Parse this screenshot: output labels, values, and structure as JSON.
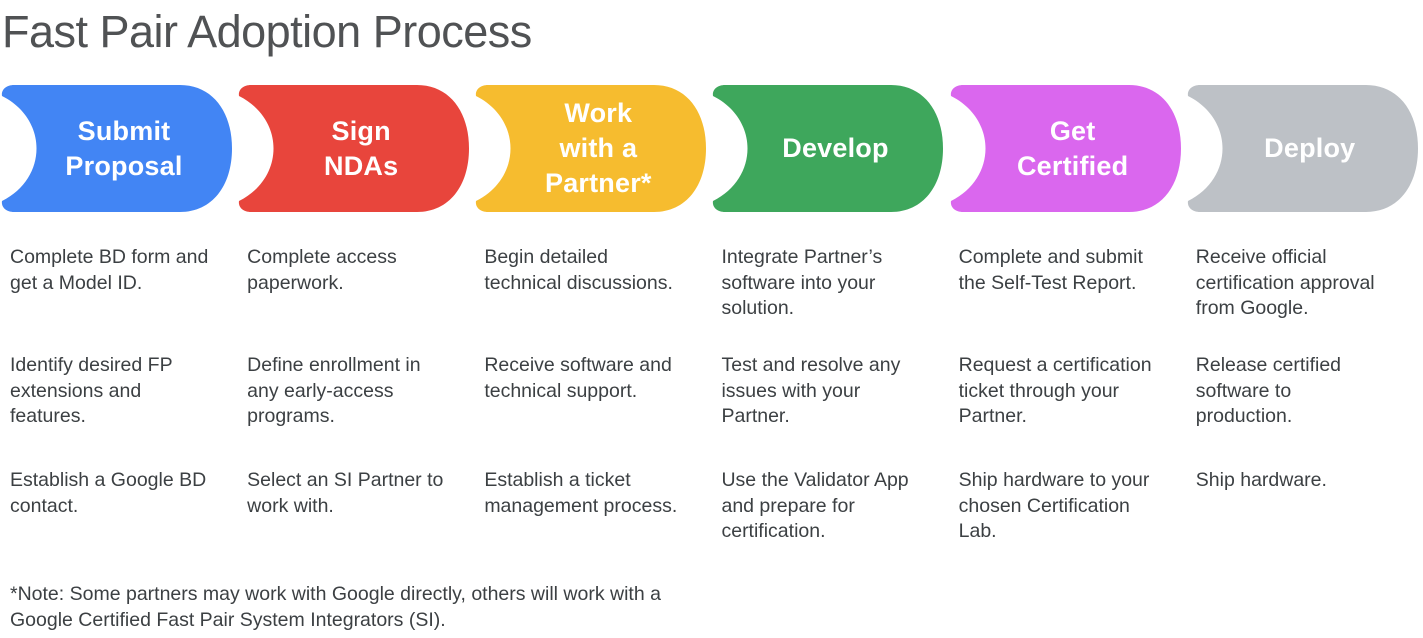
{
  "title": "Fast Pair Adoption Process",
  "palette": {
    "title_color": "#505254",
    "body_text_color": "#3C4043",
    "step_label_color": "#FFFFFF"
  },
  "steps": [
    {
      "label": "Submit\nProposal",
      "color": "#4285F4",
      "items": [
        "Complete BD form and\nget a Model ID.",
        "Identify desired FP\nextensions and\nfeatures.",
        "Establish a Google BD\ncontact."
      ]
    },
    {
      "label": "Sign\nNDAs",
      "color": "#E8453C",
      "items": [
        "Complete access\npaperwork.",
        "Define enrollment in\nany early-access\nprograms.",
        "Select an SI Partner to\nwork with."
      ]
    },
    {
      "label": "Work\nwith a\nPartner*",
      "color": "#F6BC2F",
      "items": [
        "Begin detailed\ntechnical discussions.",
        "Receive software and\ntechnical support.",
        "Establish a ticket\nmanagement process."
      ]
    },
    {
      "label": "Develop",
      "color": "#3EA75C",
      "items": [
        "Integrate Partner’s\nsoftware into your\nsolution.",
        "Test and resolve any\nissues with your\nPartner.",
        "Use the Validator App\nand prepare for\ncertification."
      ]
    },
    {
      "label": "Get\nCertified",
      "color": "#DA67EE",
      "items": [
        "Complete and submit\nthe Self-Test Report.",
        "Request a certification\nticket through your\nPartner.",
        "Ship hardware to your\nchosen Certification\nLab."
      ]
    },
    {
      "label": "Deploy",
      "color": "#BDC1C6",
      "items": [
        "Receive official\ncertification approval\nfrom Google.",
        "Release certified\nsoftware to\nproduction.",
        "Ship hardware."
      ]
    }
  ],
  "note": "*Note: Some partners may work with Google directly, others will work with a\nGoogle Certified Fast Pair System Integrators (SI)."
}
